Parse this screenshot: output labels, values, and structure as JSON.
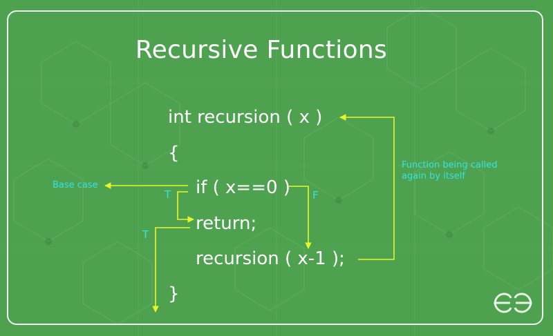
{
  "title": "Recursive Functions",
  "code": {
    "line_signature": "int recursion ( x )",
    "line_open_brace": "{",
    "line_if": "if ( x==0 )",
    "line_return": "return;",
    "line_recursive_call": "recursion ( x-1 );",
    "line_close_brace": "}"
  },
  "annotations": {
    "base_case": "Base case",
    "self_call_line1": "Function being called",
    "self_call_line2": "again by itself",
    "true_label_if": "T",
    "false_label_if": "F",
    "true_label_return": "T"
  },
  "logo": {
    "icon": "geeksforgeeks-logo-icon"
  },
  "colors": {
    "background": "#4ea24f",
    "arrow": "#e5f72a",
    "annotation": "#34e2e0",
    "text": "#ffffff"
  }
}
